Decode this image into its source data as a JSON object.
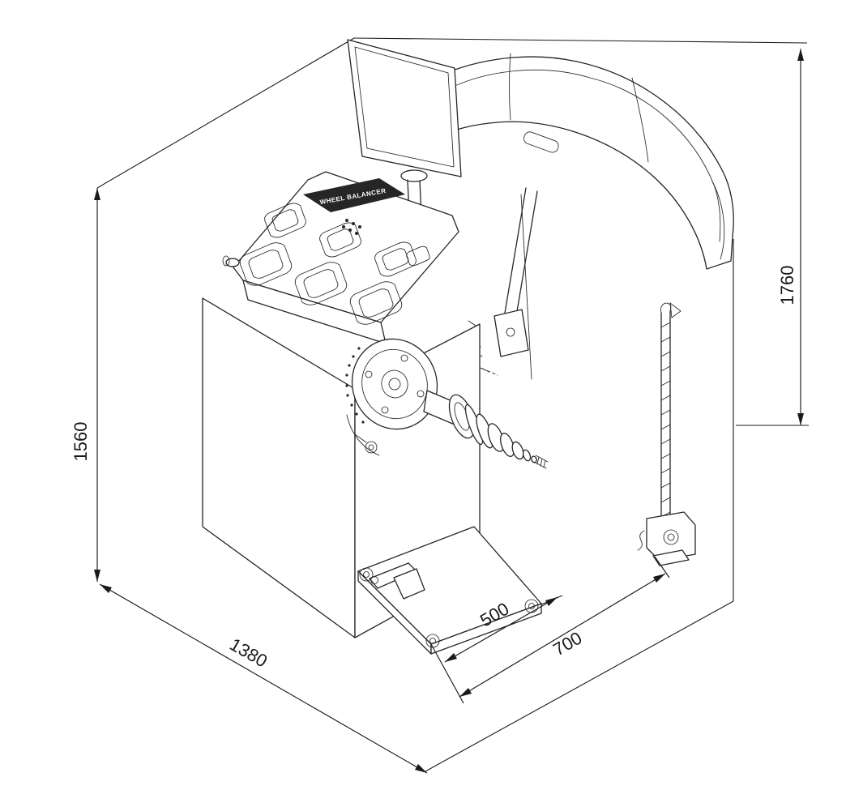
{
  "drawing": {
    "type": "isometric-dimension-drawing",
    "subject": "wheel balancer machine",
    "line_color": "#1a1a1a",
    "background": "#ffffff",
    "brand_label": "WHEEL BALANCER",
    "dimensions": {
      "left_height": "1560",
      "right_height": "1760",
      "front_width": "1380",
      "right_depth": "700",
      "base_depth": "500"
    }
  }
}
